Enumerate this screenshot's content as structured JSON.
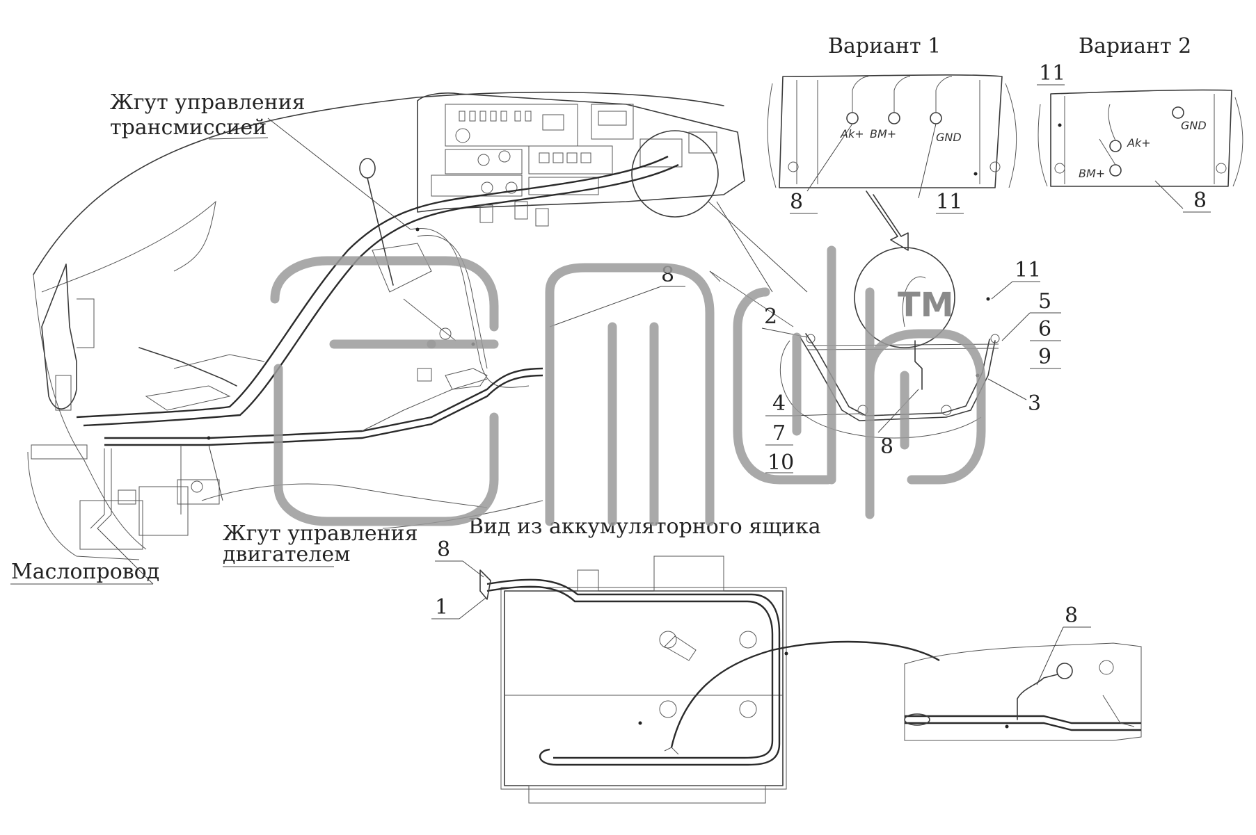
{
  "captions": {
    "variant_1": "Вариант 1",
    "variant_2": "Вариант 2",
    "transmission_harness_line1": "Жгут управления",
    "transmission_harness_line2": "трансмиссией",
    "engine_harness_line1": "Жгут управления",
    "engine_harness_line2": "двигателем",
    "oil_line": "Маслопровод",
    "battery_box_view": "Вид из аккумуляторного ящика"
  },
  "terminals": {
    "v1": [
      "Ak+",
      "BM+",
      "GND"
    ],
    "v2": [
      "Ak+",
      "BM+",
      "GND"
    ]
  },
  "callouts": {
    "v1_left_8": "8",
    "v1_bottom_11": "11",
    "v2_top_11": "11",
    "v2_bottom_8": "8",
    "main_8": "8",
    "detail_11": "11",
    "detail_2": "2",
    "detail_5": "5",
    "detail_6": "6",
    "detail_9": "9",
    "detail_3": "3",
    "detail_4": "4",
    "detail_7": "7",
    "detail_10": "10",
    "detail_8": "8",
    "battery_8": "8",
    "battery_1": "1",
    "right_8": "8"
  },
  "watermark": {
    "tm": "TM"
  }
}
